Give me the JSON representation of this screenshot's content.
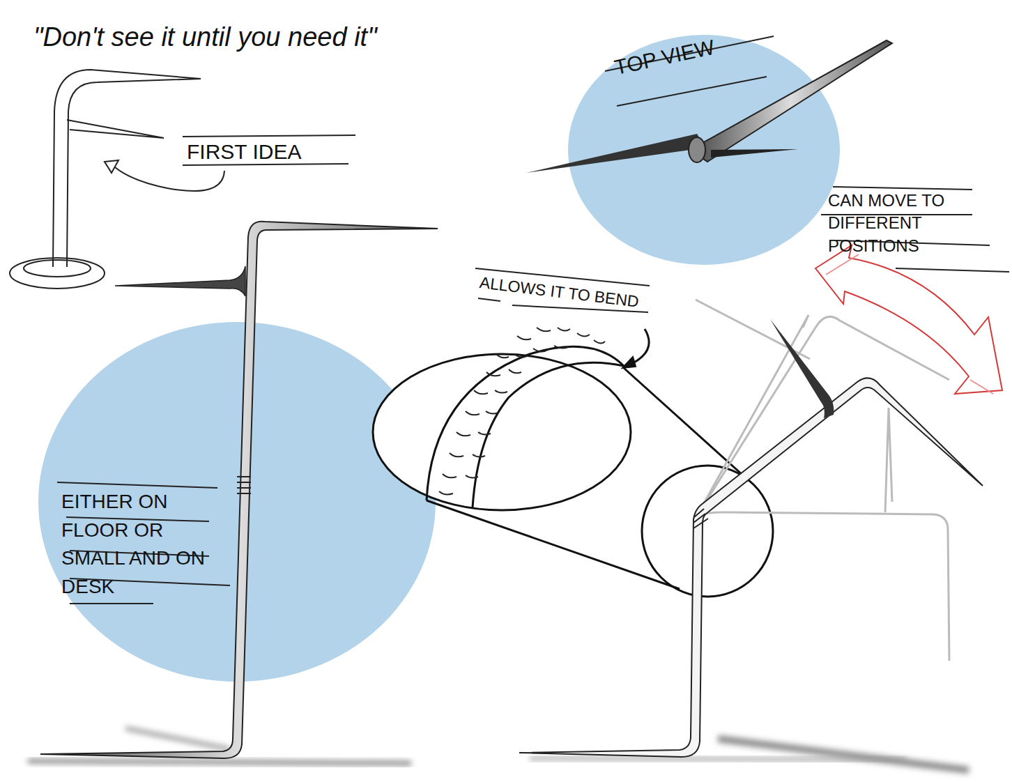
{
  "diagram": {
    "title": "\"Don't see it until you need it\"",
    "labels": [
      "FIRST IDEA",
      "TOP VIEW",
      "CAN MOVE TO DIFFERENT POSITIONS",
      "ALLOWS IT TO BEND",
      "EITHER ON FLOOR OR SMALL AND ON DESK"
    ]
  }
}
